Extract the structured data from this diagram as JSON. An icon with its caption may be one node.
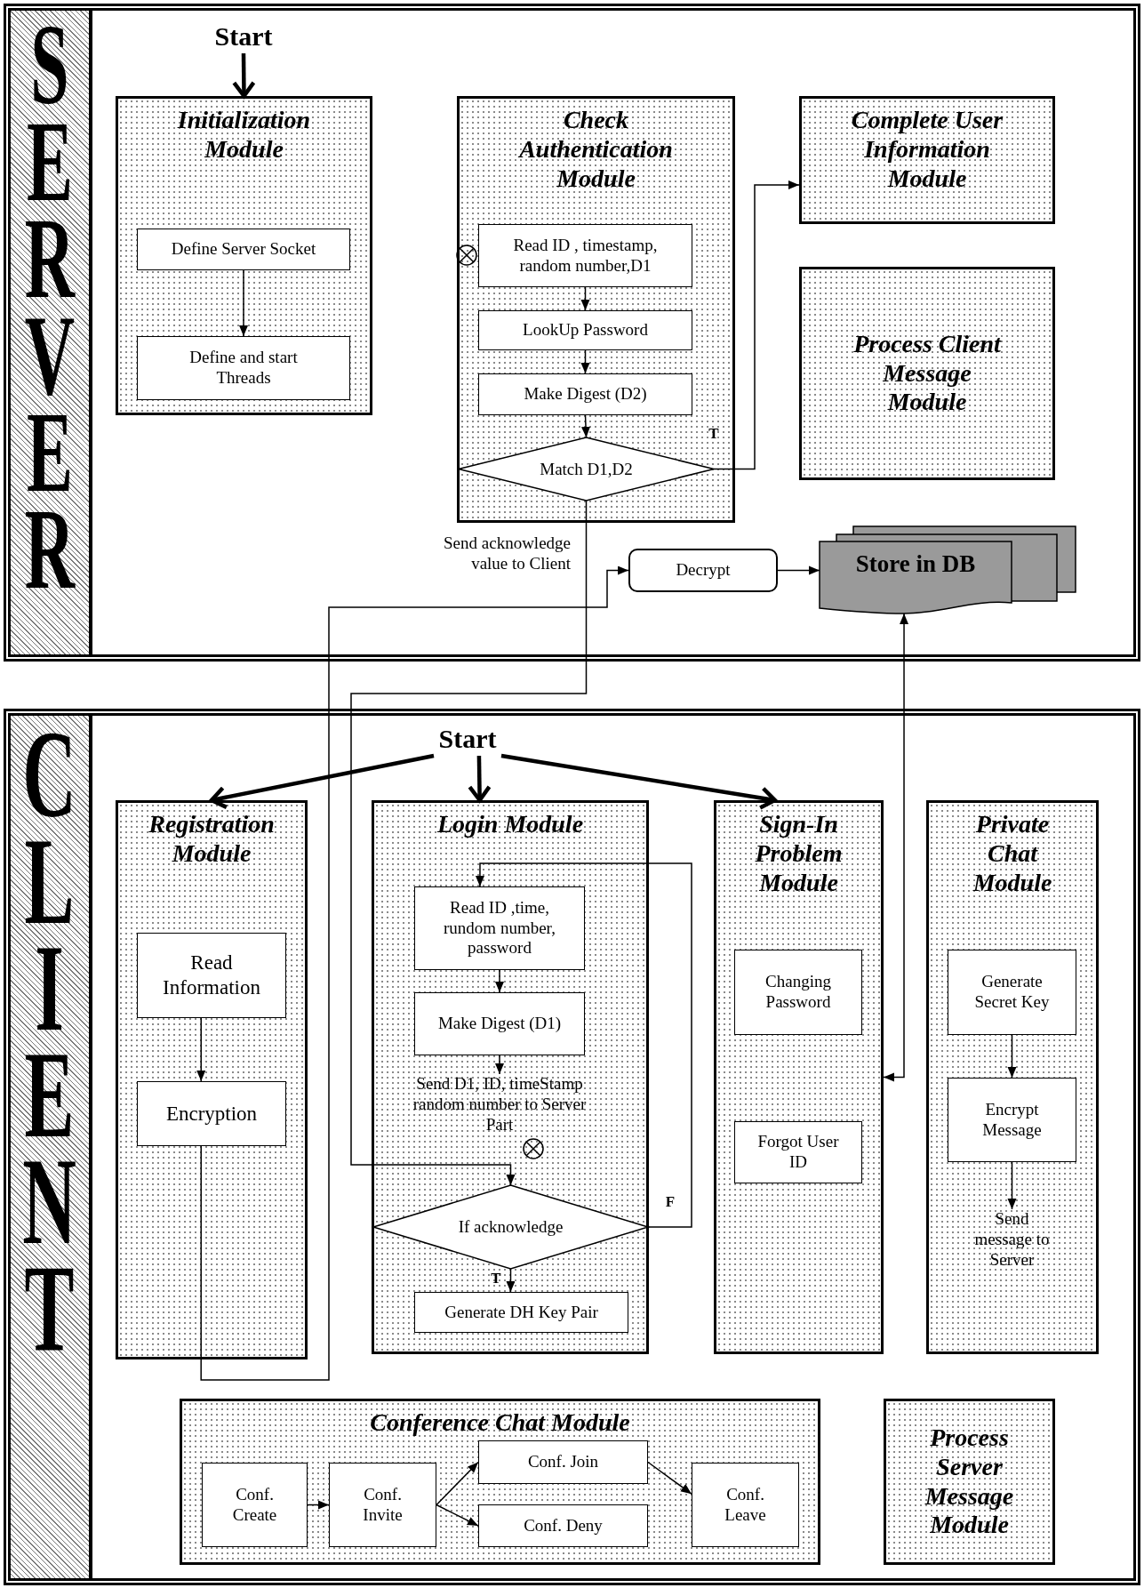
{
  "diagram": {
    "nodes": [
      {
        "text": [
          "SERVER"
        ]
      },
      {
        "text": [
          "Start"
        ],
        "in": 0
      },
      {
        "text": [
          "Initialization Module"
        ],
        "in": 0
      },
      {
        "text": [
          "Define Server Socket"
        ],
        "in": 2
      },
      {
        "text": [
          "Define and start Threads"
        ],
        "in": 2
      },
      {
        "text": [
          "Check Authentication Module"
        ],
        "in": 0
      },
      {
        "text": [
          "Read ID , timestamp, random number,D1"
        ],
        "in": 5
      },
      {
        "text": [
          "LookUp Password"
        ],
        "in": 5
      },
      {
        "text": [
          "Make Digest (D2)"
        ],
        "in": 5
      },
      {
        "text": [
          "Match D1,D2"
        ],
        "in": 5
      },
      {
        "text": [
          "Complete User Information Module"
        ],
        "in": 0
      },
      {
        "text": [
          "Process Client Message Module"
        ],
        "in": 0
      },
      {
        "text": [
          "Decrypt"
        ],
        "in": 0
      },
      {
        "text": [
          "Store in DB"
        ],
        "in": 0
      },
      {
        "text": [
          "CLIENT"
        ]
      },
      {
        "text": [
          "Start"
        ],
        "in": 14
      },
      {
        "text": [
          "Registration Module"
        ],
        "in": 14
      },
      {
        "text": [
          "Read Information"
        ],
        "in": 16
      },
      {
        "text": [
          "Encryption"
        ],
        "in": 16
      },
      {
        "text": [
          "Login Module"
        ],
        "in": 14
      },
      {
        "text": [
          "Read ID ,time, rundom number, password"
        ],
        "in": 19
      },
      {
        "text": [
          "Make Digest (D1)"
        ],
        "in": 19
      },
      {
        "text": [
          "Send D1, ID, timeStamp random number to Server Part"
        ],
        "in": 19
      },
      {
        "text": [
          "If acknowledge"
        ],
        "in": 19
      },
      {
        "text": [
          "Generate DH Key Pair"
        ],
        "in": 19
      },
      {
        "text": [
          "Sign-In Problem Module"
        ],
        "in": 14
      },
      {
        "text": [
          "Changing Password"
        ],
        "in": 25
      },
      {
        "text": [
          "Forgot User ID"
        ],
        "in": 25
      },
      {
        "text": [
          "Private Chat Module"
        ],
        "in": 14
      },
      {
        "text": [
          "Generate Secret Key"
        ],
        "in": 28
      },
      {
        "text": [
          "Encrypt Message"
        ],
        "in": 28
      },
      {
        "text": [
          "Send message to Server"
        ],
        "in": 28
      },
      {
        "text": [
          "Conference Chat Module"
        ],
        "in": 14
      },
      {
        "text": [
          "Conf. Create"
        ],
        "in": 32
      },
      {
        "text": [
          "Conf. Invite"
        ],
        "in": 32
      },
      {
        "text": [
          "Conf. Join"
        ],
        "in": 32
      },
      {
        "text": [
          "Conf. Deny"
        ],
        "in": 32
      },
      {
        "text": [
          "Conf. Leave"
        ],
        "in": 32
      },
      {
        "text": [
          "Process Server Message Module"
        ],
        "in": 14
      }
    ],
    "edges": [
      {
        "from": 1,
        "to": 2,
        "arrow": "to",
        "style": "thick"
      },
      {
        "from": 3,
        "to": 4,
        "arrow": "to"
      },
      {
        "from": 6,
        "to": 7,
        "arrow": "to"
      },
      {
        "from": 7,
        "to": 8,
        "arrow": "to"
      },
      {
        "from": 8,
        "to": 9,
        "arrow": "to"
      },
      {
        "from": 9,
        "to": 10,
        "arrow": "to",
        "label": "T"
      },
      {
        "from": 9,
        "to": 23,
        "arrow": "to",
        "label": "Send acknowledge value to Client"
      },
      {
        "from": 18,
        "to": 12,
        "arrow": "to"
      },
      {
        "from": 17,
        "to": 18,
        "arrow": "to"
      },
      {
        "from": 12,
        "to": 13,
        "arrow": "to"
      },
      {
        "from": 13,
        "to": 25,
        "arrow": "both"
      },
      {
        "from": 15,
        "to": 16,
        "arrow": "to",
        "style": "thick"
      },
      {
        "from": 15,
        "to": 19,
        "arrow": "to",
        "style": "thick"
      },
      {
        "from": 15,
        "to": 25,
        "arrow": "to",
        "style": "thick"
      },
      {
        "from": 20,
        "to": 21,
        "arrow": "to"
      },
      {
        "from": 21,
        "to": 22,
        "arrow": "to"
      },
      {
        "from": 23,
        "to": 20,
        "arrow": "to",
        "label": "F"
      },
      {
        "from": 23,
        "to": 24,
        "arrow": "to",
        "label": "T"
      },
      {
        "from": 29,
        "to": 30,
        "arrow": "to"
      },
      {
        "from": 30,
        "to": 31,
        "arrow": "to"
      },
      {
        "from": 33,
        "to": 34,
        "arrow": "to"
      },
      {
        "from": 34,
        "to": 35,
        "arrow": "to"
      },
      {
        "from": 34,
        "to": 36,
        "arrow": "to"
      },
      {
        "from": 35,
        "to": 37,
        "arrow": "to"
      }
    ]
  }
}
